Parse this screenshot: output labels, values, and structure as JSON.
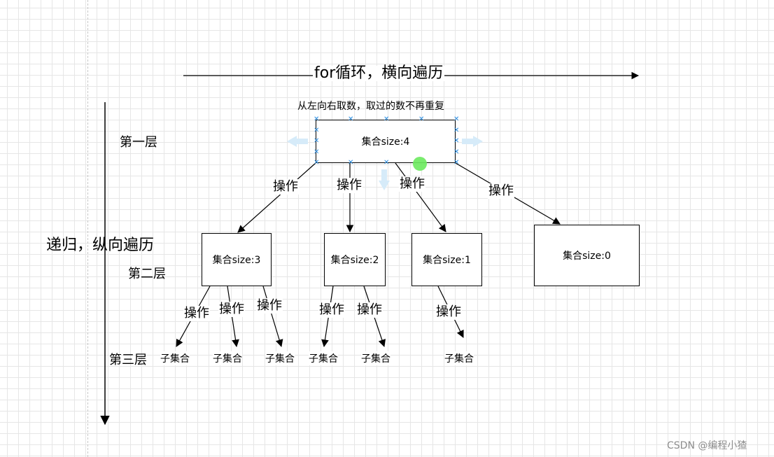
{
  "header": {
    "horizontal_label": "for循环，横向遍历",
    "vertical_label": "递归，纵向遍历",
    "note": "从左向右取数，取过的数不再重复"
  },
  "layers": {
    "first": "第一层",
    "second": "第二层",
    "third": "第三层"
  },
  "root": {
    "label": "集合size:4"
  },
  "children": [
    {
      "label": "集合size:3"
    },
    {
      "label": "集合size:2"
    },
    {
      "label": "集合size:1"
    },
    {
      "label": "集合size:0"
    }
  ],
  "edge_label": "操作",
  "leaf_label": "子集合",
  "watermark": "CSDN @编程小猹",
  "colors": {
    "selection": "#2a8cdf",
    "hover_dot": "#6bea5e",
    "arrow_hint": "#d6ebf9"
  }
}
